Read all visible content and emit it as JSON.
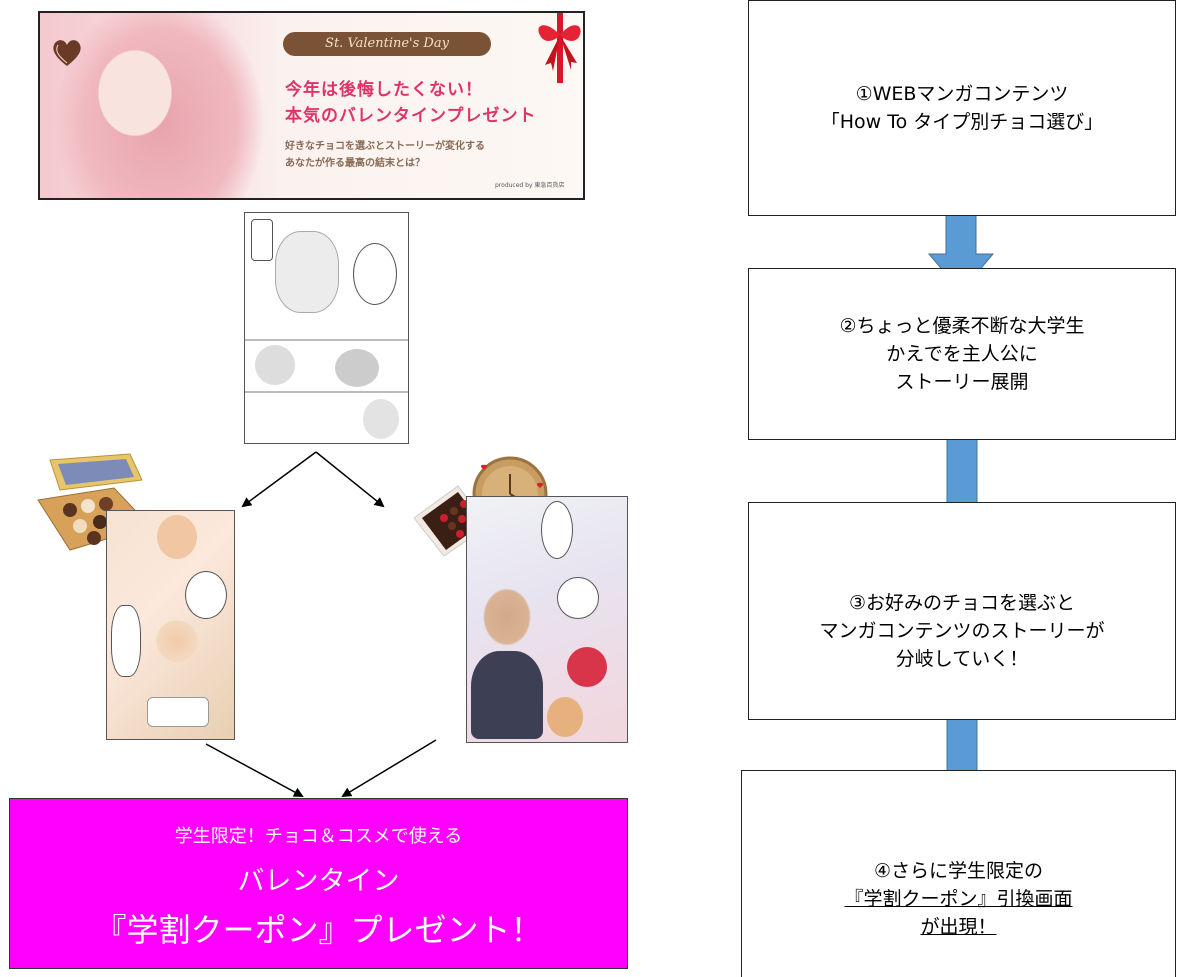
{
  "colors": {
    "coupon_bg": "#ff00ff",
    "arrow_blue": "#5b9bd5",
    "banner_pink": "#e0336a",
    "banner_brown": "#7a5236"
  },
  "banner": {
    "event": "St. Valentine's Day",
    "headline1": "今年は後悔したくない！",
    "headline2": "本気のバレンタインプレゼント",
    "sub1": "好きなチョコを選ぶとストーリーが変化する",
    "sub2": "あなたが作る最高の結末とは？",
    "credit": "produced by 東急百貨店"
  },
  "coupon": {
    "line1": "学生限定！チョコ＆コスメで使える",
    "line2": "バレンタイン",
    "line3": "『学割クーポン』プレゼント！"
  },
  "flow": {
    "step1": [
      "①WEBマンガコンテンツ",
      "「How To タイプ別チョコ選び」"
    ],
    "step2": [
      "②ちょっと優柔不断な大学生",
      "かえでを主人公に",
      "ストーリー展開"
    ],
    "step3": [
      "③お好みのチョコを選ぶと",
      "マンガコンテンツのストーリーが",
      "分岐していく！"
    ],
    "step4": [
      "④さらに学生限定の",
      "『学割クーポン』引換画面",
      "が出現！"
    ]
  }
}
